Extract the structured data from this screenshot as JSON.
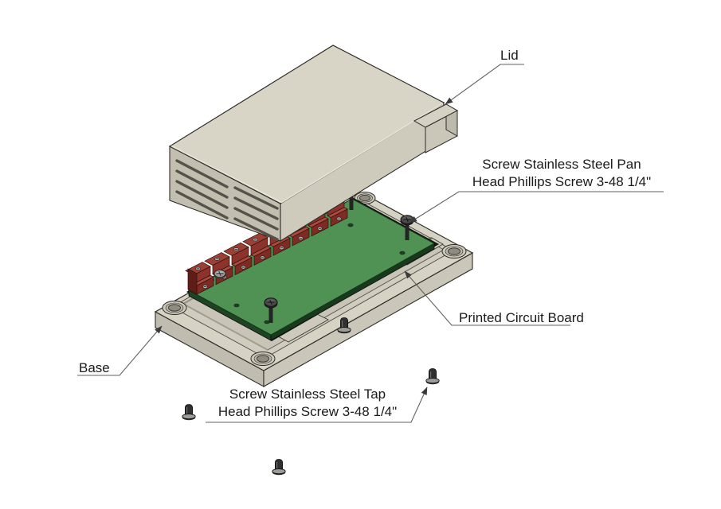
{
  "canvas": {
    "background": "#ffffff"
  },
  "labels": {
    "lid": {
      "text": "Lid"
    },
    "pan_screw": {
      "line1": "Screw Stainless Steel Pan",
      "line2": "Head Phillips Screw 3-48 1/4\""
    },
    "pcb": {
      "text": "Printed Circuit Board"
    },
    "base": {
      "text": "Base"
    },
    "tap_screw": {
      "line1": "Screw Stainless Steel Tap",
      "line2": "Head Phillips Screw 3-48 1/4\""
    }
  },
  "colors": {
    "enclosure_top": "#d8d4c6",
    "enclosure_front": "#cecabc",
    "enclosure_end": "#c2beb0",
    "base_top": "#d6d2c4",
    "cavity": "#c8c4b7",
    "pcb_green": "#4f9254",
    "pcb_edge": "#173a1c",
    "terminal_red": "#8c342c",
    "screw_dark": "#3a3a3a",
    "outline": "#2e2c28",
    "leader": "#606060",
    "text": "#1a1a1a",
    "background": "#ffffff"
  }
}
